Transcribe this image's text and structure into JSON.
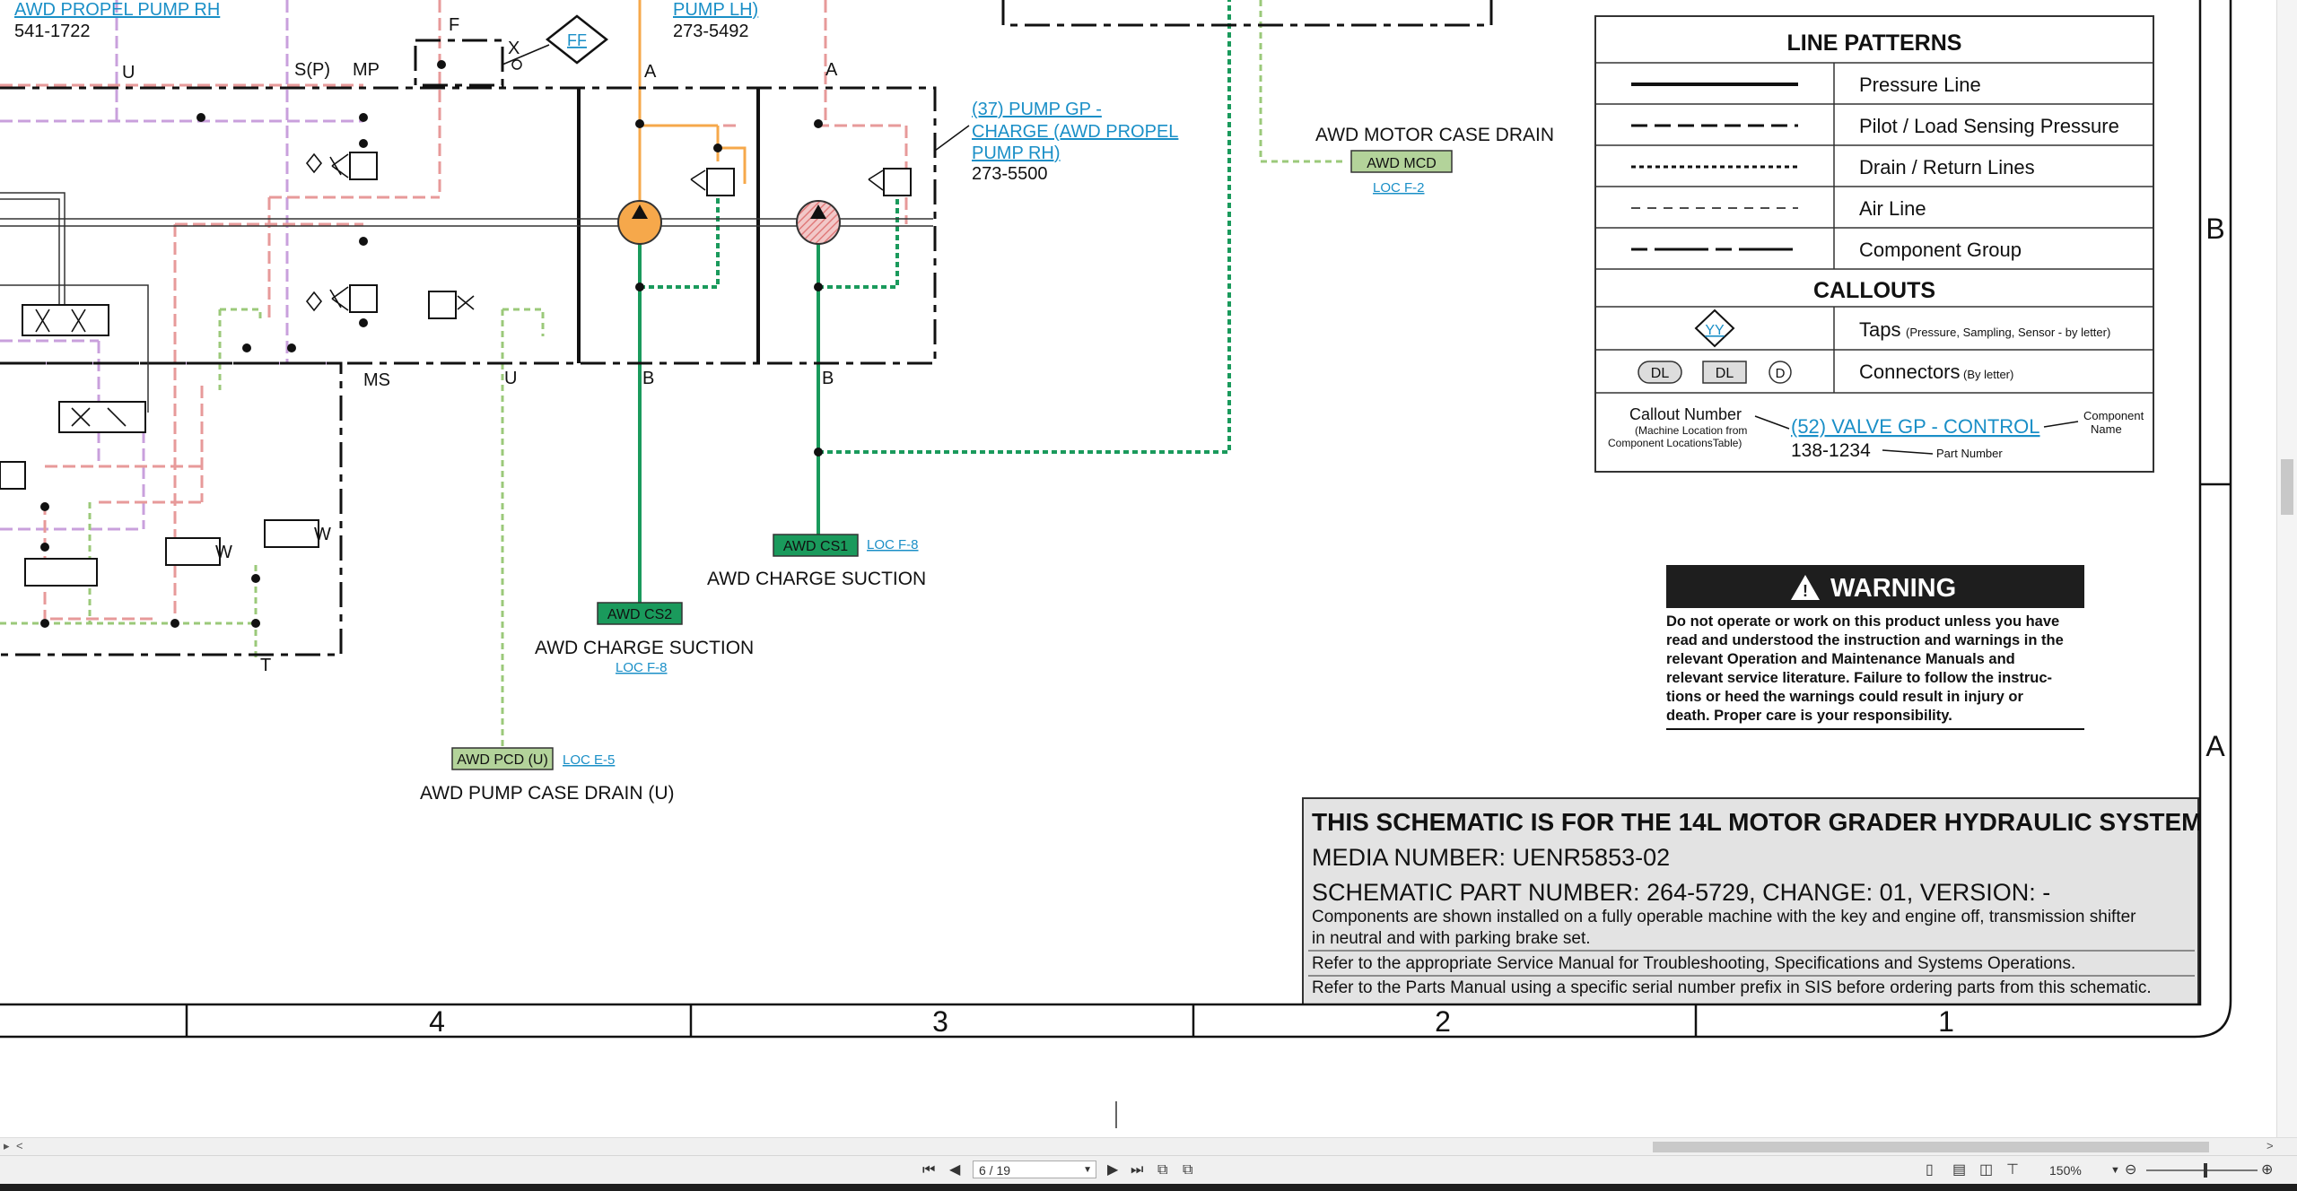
{
  "schematic": {
    "top_labels": {
      "awd_propel_pump_rh": "AWD PROPEL PUMP RH",
      "part_541": "541-1722",
      "pump_lh": "PUMP LH)",
      "part_273_5492": "273-5492",
      "callout_37_line1": "(37) PUMP GP -",
      "callout_37_line2": "CHARGE (AWD PROPEL",
      "callout_37_line3": "PUMP RH)",
      "part_273_5500": "273-5500",
      "tap_ff": "FF"
    },
    "port_labels": {
      "u": "U",
      "sp": "S(P)",
      "mp": "MP",
      "f": "F",
      "x": "X",
      "a1": "A",
      "a2": "A",
      "ms": "MS",
      "u2": "U",
      "b1": "B",
      "b2": "B",
      "w1": "W",
      "w2": "W",
      "t": "T"
    },
    "connectors": {
      "awd_mcd": {
        "tag": "AWD MCD",
        "loc": "LOC F-2",
        "caption": "AWD MOTOR CASE DRAIN"
      },
      "awd_cs1": {
        "tag": "AWD CS1",
        "loc": "LOC F-8",
        "caption": "AWD CHARGE SUCTION"
      },
      "awd_cs2": {
        "tag": "AWD CS2",
        "loc": "LOC F-8",
        "caption": "AWD CHARGE SUCTION"
      },
      "awd_pcd": {
        "tag": "AWD PCD (U)",
        "loc": "LOC E-5",
        "caption": "AWD PUMP CASE DRAIN (U)"
      }
    },
    "legend": {
      "title": "LINE PATTERNS",
      "rows": [
        "Pressure Line",
        "Pilot / Load Sensing Pressure",
        "Drain / Return Lines",
        "Air Line",
        "Component Group"
      ],
      "callouts_title": "CALLOUTS",
      "taps_label": "Taps",
      "taps_note": "(Pressure, Sampling, Sensor - by letter)",
      "tap_symbol": "YY",
      "connectors_label": "Connectors",
      "connectors_note": "(By letter)",
      "conn_dl_1": "DL",
      "conn_dl_2": "DL",
      "conn_d": "D",
      "callout_number": "Callout Number",
      "callout_number_note_1": "(Machine Location from",
      "callout_number_note_2": "Component LocationsTable)",
      "callout_example": "(52) VALVE GP - CONTROL",
      "component_name_1": "Component",
      "component_name_2": "Name",
      "part_example": "138-1234",
      "part_number_label": "Part Number"
    },
    "warning": {
      "title": "WARNING",
      "lines": [
        "Do not operate or work on this product unless you have",
        "read and understood the instruction and warnings in the",
        "relevant Operation and Maintenance Manuals and",
        "relevant service literature. Failure to follow the instruc-",
        "tions or heed the warnings could result in injury or",
        "death. Proper care is your responsibility."
      ]
    },
    "title_block": {
      "heading": "THIS SCHEMATIC IS FOR THE 14L MOTOR GRADER HYDRAULIC SYSTEM",
      "media": "MEDIA NUMBER: UENR5853-02",
      "part": "SCHEMATIC PART NUMBER: 264-5729, CHANGE: 01, VERSION: -",
      "note1a": "Components are shown installed on a fully operable machine with the key and engine off, transmission shifter",
      "note1b": "in neutral and with parking brake set.",
      "note2": "Refer to the appropriate Service Manual for Troubleshooting, Specifications and Systems Operations.",
      "note3": "Refer to the Parts Manual using a specific serial number prefix in SIS before ordering parts from this schematic."
    },
    "border": {
      "columns": [
        "4",
        "3",
        "2",
        "1"
      ],
      "rows": [
        "B",
        "A"
      ]
    }
  },
  "viewer": {
    "page_field": "6 / 19",
    "zoom": "150%"
  },
  "colors": {
    "pressure_orange": "#f6a84b",
    "pilot_pink": "#e79a9a",
    "purple": "#c9a0dc",
    "green": "#1a9a5c",
    "light_green": "#9bc97a",
    "link_blue": "#1a8fc7"
  }
}
